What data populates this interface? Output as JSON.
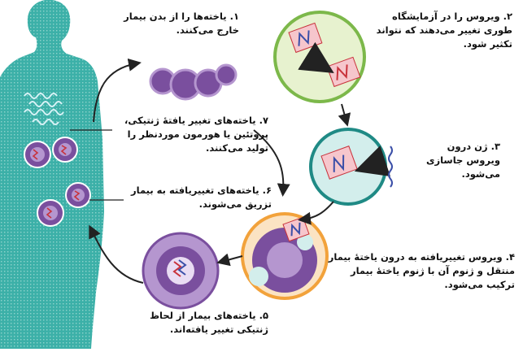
{
  "steps": {
    "s1": "۱. یاخته‌ها را از بدن بیمار خارج می‌کنند.",
    "s2": "۲. ویروس را در آزمایشگاه طوری تغییر می‌دهند که نتواند تکثیر شود.",
    "s3": "۳. ژن درون ویروس جاسازی می‌شود.",
    "s4": "۴. ویروس تغییریافته به درون یاختهٔ بیمار منتقل و ژنوم آن با ژنوم یاختهٔ بیمار ترکیب می‌شود.",
    "s5": "۵. یاخته‌های بیمار از لحاظ ژنتیکی تغییر یافته‌اند.",
    "s6": "۶. یاخته‌های تغییریافته به بیمار تزریق می‌شوند.",
    "s7": "۷. یاخته‌های تغییر یافتهٔ ژنتیکی، پروتئین یا هورمون موردنظر را تولید می‌کنند."
  },
  "colors": {
    "body": "#3cb0a8",
    "cell_purple": "#7a4f9e",
    "cell_light": "#b596cf",
    "green_circle": "#e7f2cf",
    "green_ring": "#7cb84a",
    "teal_circle": "#d3eeec",
    "teal_ring": "#1f8a85",
    "orange_ring": "#f2a23b",
    "virus_pink": "#f6c6cc",
    "dna_red": "#c8323b",
    "dna_blue": "#3b4fa8"
  }
}
